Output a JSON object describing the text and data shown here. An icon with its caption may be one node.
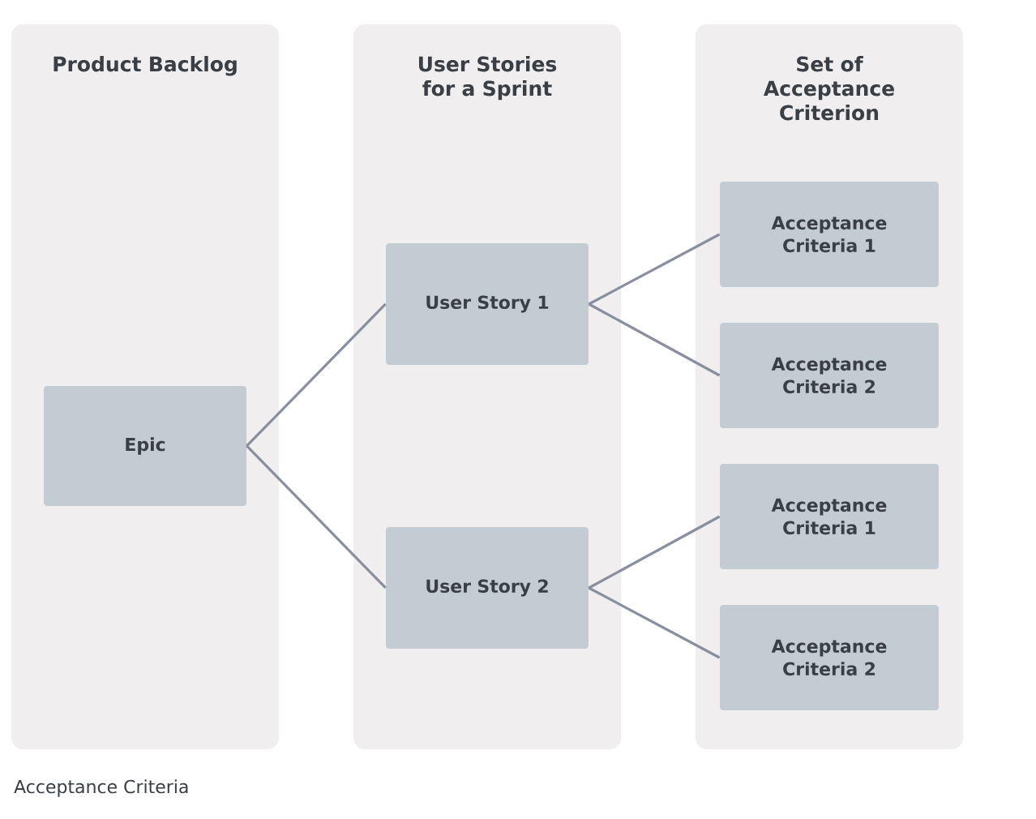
{
  "diagram": {
    "caption": "Acceptance Criteria",
    "nodes": [
      {
        "text": [
          "Product Backlog"
        ]
      },
      {
        "text": [
          "User Stories for a Sprint"
        ]
      },
      {
        "text": [
          "Set of Acceptance Criterion"
        ]
      },
      {
        "text": [
          "Epic"
        ],
        "in": 0
      },
      {
        "text": [
          "User Story 1"
        ],
        "in": 1
      },
      {
        "text": [
          "User Story 2"
        ],
        "in": 1
      },
      {
        "text": [
          "Acceptance Criteria 1"
        ],
        "in": 2
      },
      {
        "text": [
          "Acceptance Criteria 2"
        ],
        "in": 2
      },
      {
        "text": [
          "Acceptance Criteria 1"
        ],
        "in": 2
      },
      {
        "text": [
          "Acceptance Criteria 2"
        ],
        "in": 2
      }
    ],
    "edges": [
      {
        "from": 3,
        "to": 4,
        "arrow": "none"
      },
      {
        "from": 3,
        "to": 5,
        "arrow": "none"
      },
      {
        "from": 4,
        "to": 6,
        "arrow": "none"
      },
      {
        "from": 4,
        "to": 7,
        "arrow": "none"
      },
      {
        "from": 5,
        "to": 8,
        "arrow": "none"
      },
      {
        "from": 5,
        "to": 9,
        "arrow": "none"
      }
    ]
  }
}
